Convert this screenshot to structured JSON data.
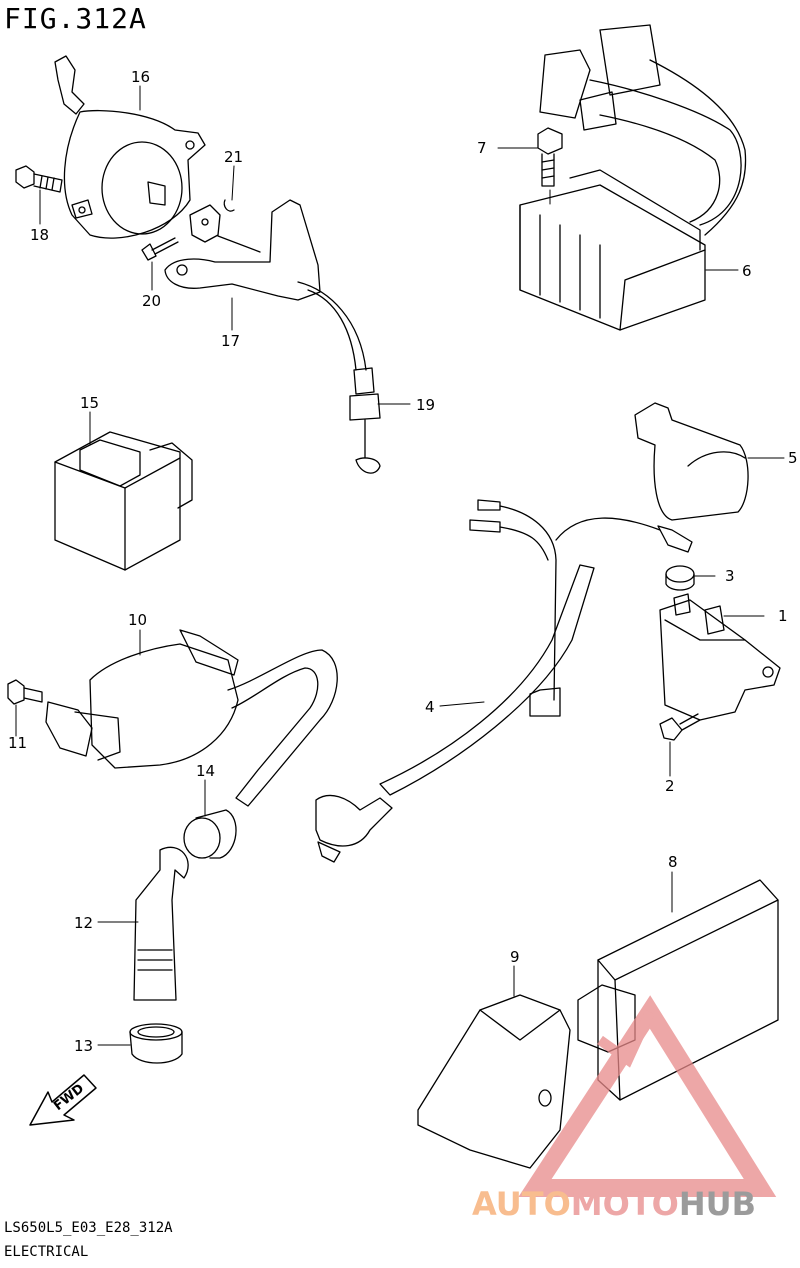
{
  "figure": {
    "title": "FIG.312A",
    "model_code": "LS650L5_E03_E28_312A",
    "section": "ELECTRICAL"
  },
  "direction_indicator": "FWD",
  "watermark": {
    "part1": "AUTO",
    "part2": "MOTO",
    "part3": "HUB",
    "color_a": "#f6a76a",
    "color_b": "#e88a8a",
    "color_c": "#7a7a7a"
  },
  "callouts": [
    "1",
    "2",
    "3",
    "4",
    "5",
    "6",
    "7",
    "8",
    "9",
    "10",
    "11",
    "12",
    "13",
    "14",
    "15",
    "16",
    "17",
    "18",
    "19",
    "20",
    "21"
  ]
}
